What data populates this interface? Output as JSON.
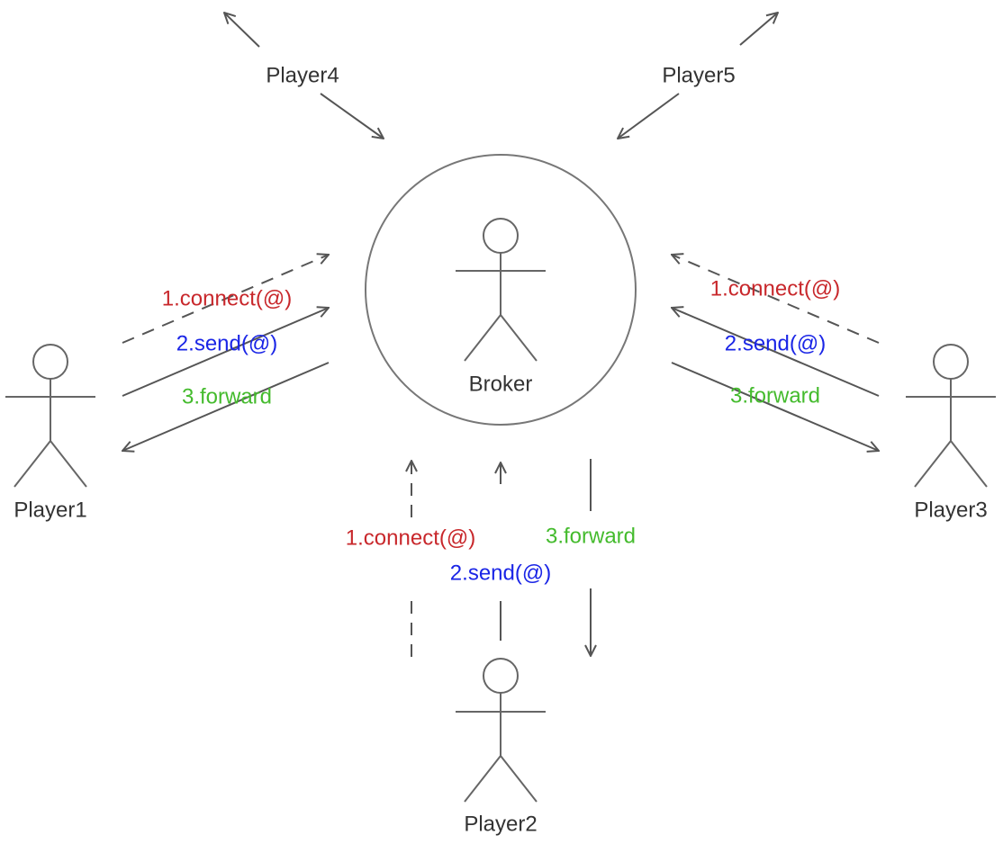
{
  "broker": {
    "label": "Broker"
  },
  "players": {
    "p1": "Player1",
    "p2": "Player2",
    "p3": "Player3",
    "p4": "Player4",
    "p5": "Player5"
  },
  "messages": {
    "connect": "1.connect(@)",
    "send": "2.send(@)",
    "forward": "3.forward"
  },
  "colors": {
    "connect": "#c8272b",
    "send": "#1a25e6",
    "forward": "#44bb2d",
    "line": "#555555"
  }
}
